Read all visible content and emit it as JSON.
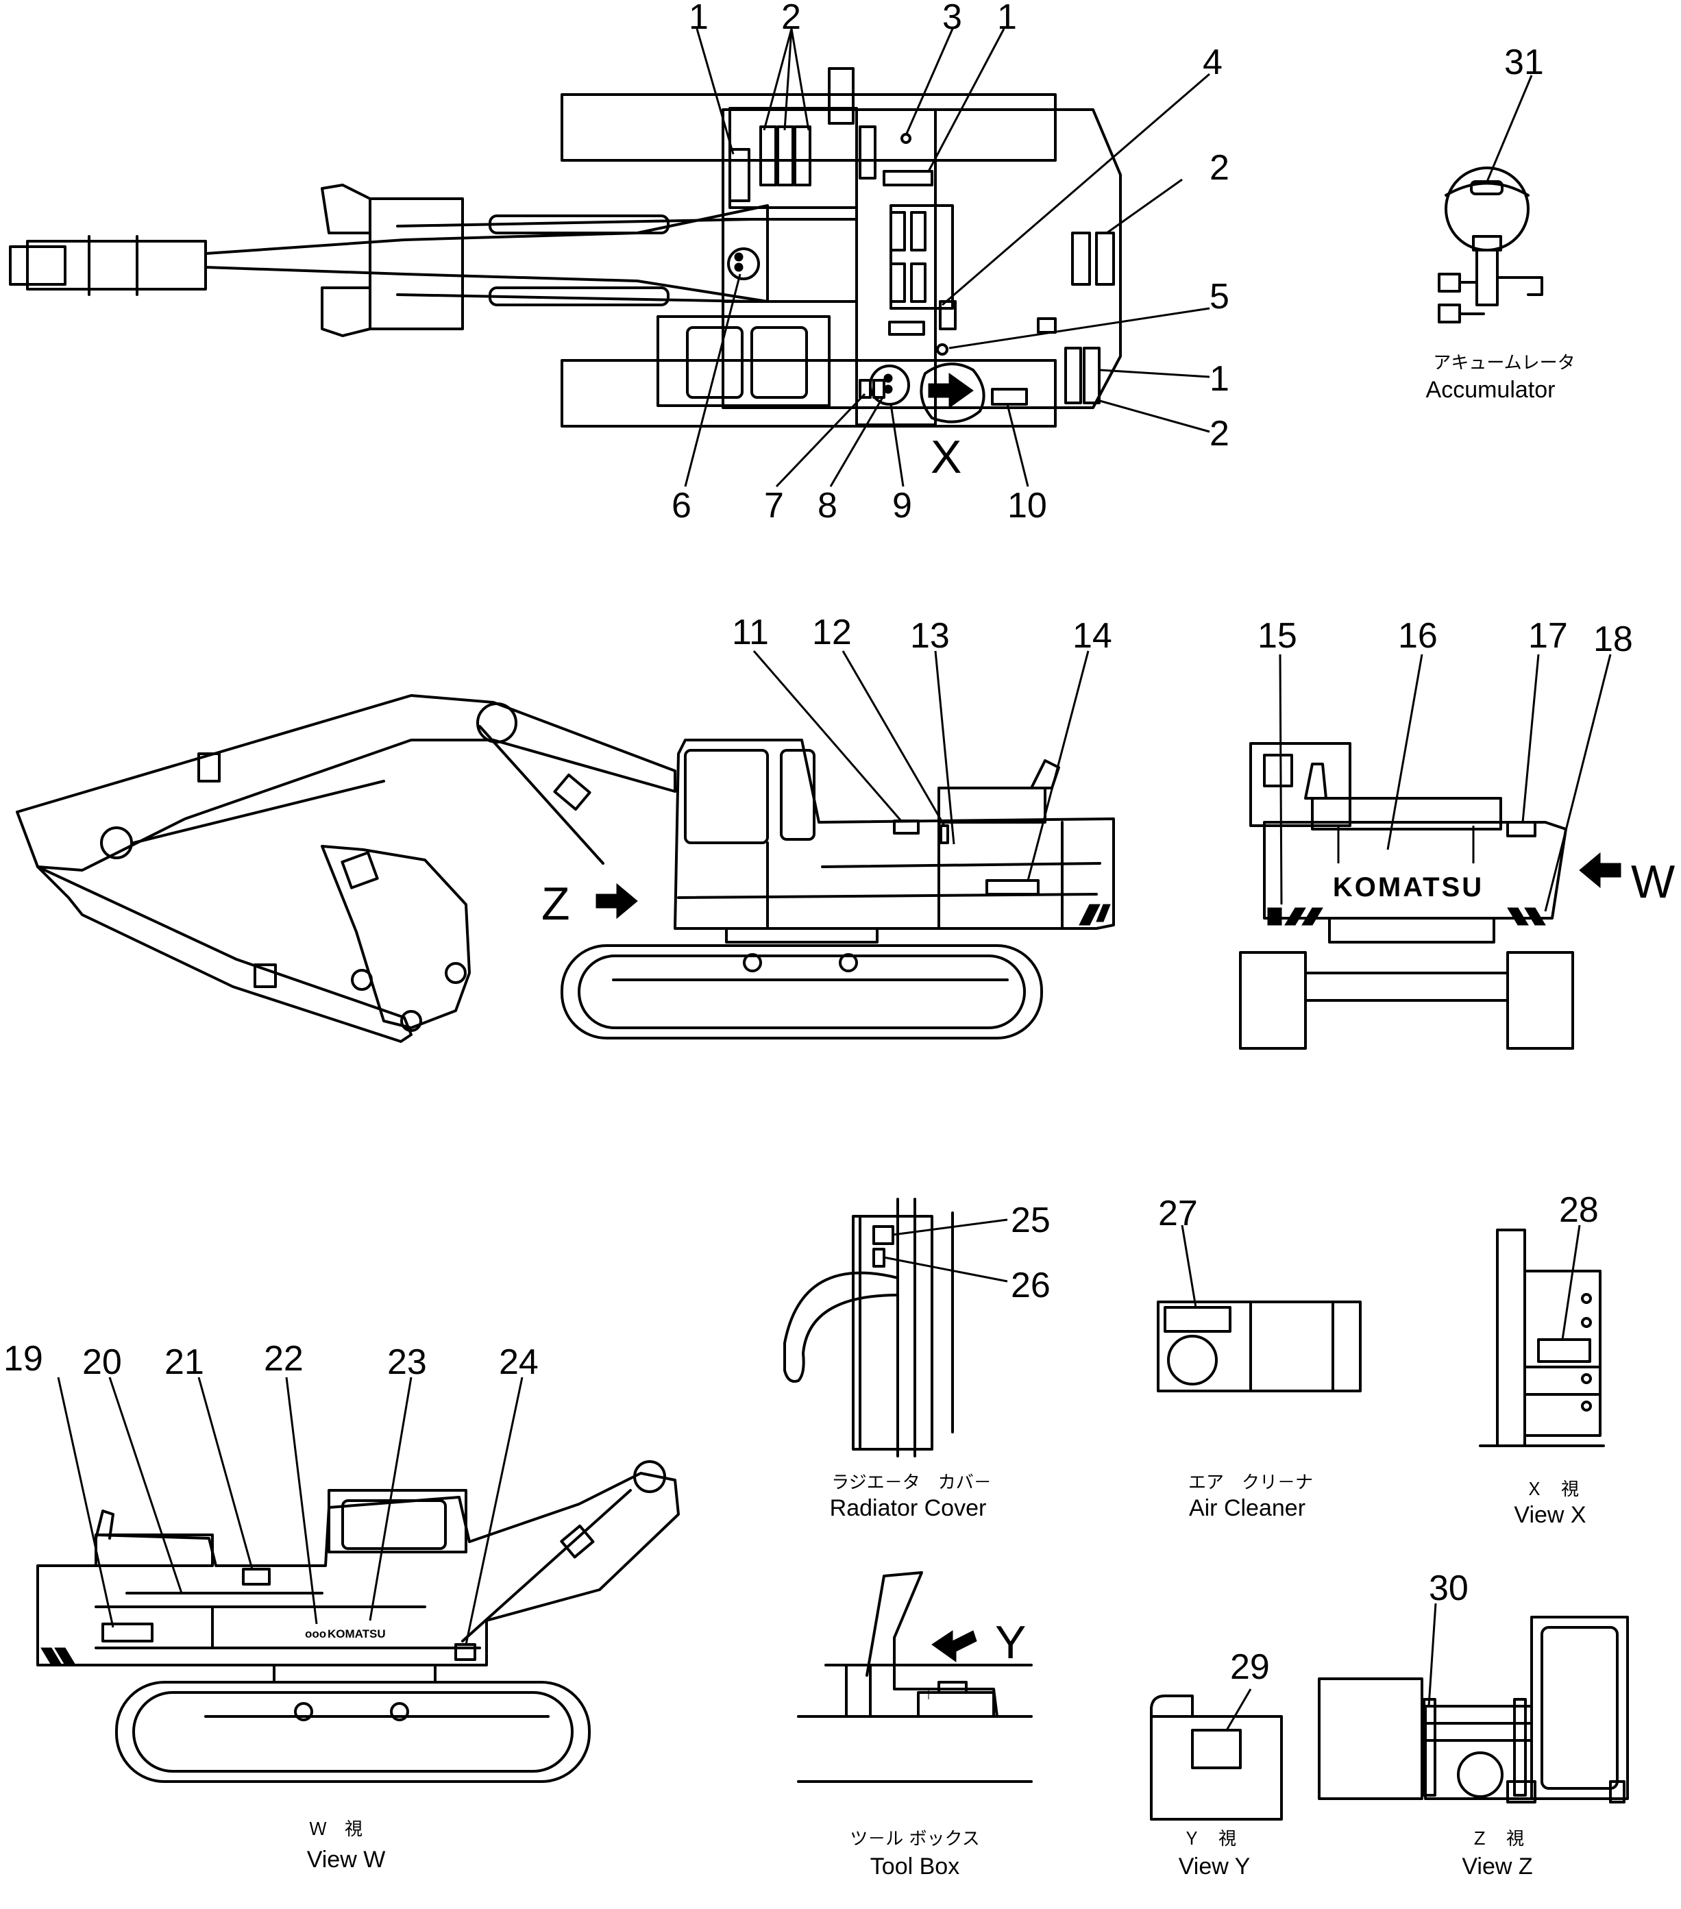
{
  "callouts": [
    "1",
    "2",
    "3",
    "1",
    "4",
    "2",
    "5",
    "1",
    "2",
    "6",
    "7",
    "8",
    "9",
    "10",
    "11",
    "12",
    "13",
    "14",
    "15",
    "16",
    "17",
    "18",
    "19",
    "20",
    "21",
    "22",
    "23",
    "24",
    "25",
    "26",
    "27",
    "28",
    "29",
    "30",
    "31"
  ],
  "view_markers": {
    "x": "X",
    "z": "Z",
    "w": "W",
    "y": "Y"
  },
  "brand": {
    "rear": "KOMATSU",
    "side": "KOMATSU",
    "side_prefix": "ooo"
  },
  "captions": {
    "accumulator_jp": "アキュームレータ",
    "accumulator_en": "Accumulator",
    "radiator_jp": "ラジエ－タ　カバ－",
    "radiator_en": "Radiator Cover",
    "air_jp": "エア　クリ－ナ",
    "air_en": "Air Cleaner",
    "viewx_jp": "Ｘ　視",
    "viewx_en": "View X",
    "vieww_jp": "Ｗ　視",
    "vieww_en": "View W",
    "toolbox_jp": "ツ－ル ボックス",
    "toolbox_en": "Tool Box",
    "viewy_jp": "Ｙ　視",
    "viewy_en": "View Y",
    "viewz_jp": "Ｚ　視",
    "viewz_en": "View Z"
  }
}
